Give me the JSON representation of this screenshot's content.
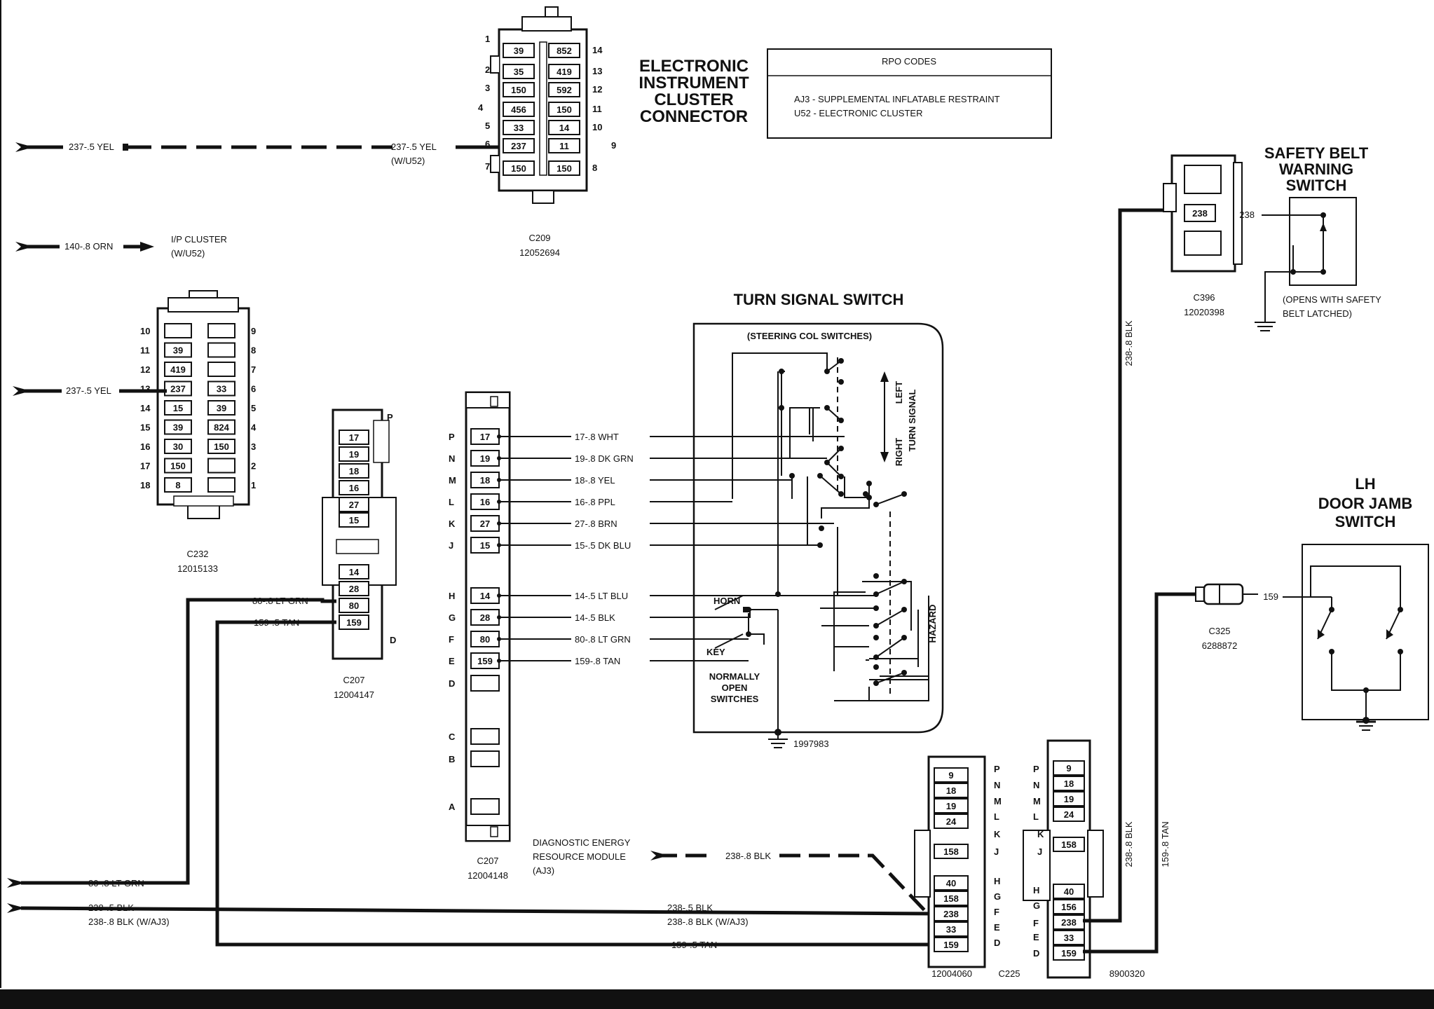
{
  "titles": {
    "eic": [
      "ELECTRONIC",
      "INSTRUMENT",
      "CLUSTER",
      "CONNECTOR"
    ],
    "turn_signal": "TURN SIGNAL SWITCH",
    "steering_col": "(STEERING COL SWITCHES)",
    "safety_belt": [
      "SAFETY BELT",
      "WARNING",
      "SWITCH"
    ],
    "door_jamb": [
      "LH",
      "DOOR JAMB",
      "SWITCH"
    ]
  },
  "rpo": {
    "heading": "RPO CODES",
    "lines": [
      "AJ3 - SUPPLEMENTAL INFLATABLE RESTRAINT",
      "U52 - ELECTRONIC CLUSTER"
    ]
  },
  "c209": {
    "name": "C209",
    "part": "12052694",
    "left_cells": [
      "39",
      "35",
      "150",
      "456",
      "33",
      "237",
      "150"
    ],
    "right_cells": [
      "852",
      "419",
      "592",
      "150",
      "14",
      "11",
      "150"
    ],
    "left_pins": [
      "1",
      "2",
      "3",
      "4",
      "5",
      "6",
      "7"
    ],
    "right_pins": [
      "14",
      "13",
      "12",
      "11",
      "10",
      "9",
      "8"
    ]
  },
  "c232": {
    "name": "C232",
    "part": "12015133",
    "left_cells": [
      "",
      "39",
      "419",
      "237",
      "15",
      "39",
      "30",
      "150",
      "8"
    ],
    "right_cells": [
      "",
      "",
      "",
      "33",
      "39",
      "824",
      "150",
      "",
      ""
    ],
    "left_pins": [
      "10",
      "11",
      "12",
      "13",
      "14",
      "15",
      "16",
      "17",
      "18"
    ],
    "right_pins": [
      "9",
      "8",
      "7",
      "6",
      "5",
      "4",
      "3",
      "2",
      "1"
    ]
  },
  "c207a": {
    "name": "C207",
    "part": "12004147",
    "cells": [
      "17",
      "19",
      "18",
      "16",
      "27",
      "15",
      "",
      "14",
      "28",
      "80",
      "159"
    ],
    "top_letter": "P",
    "bottom_letter": "D"
  },
  "c207b": {
    "name": "C207",
    "part": "12004148",
    "cells": [
      "17",
      "19",
      "18",
      "16",
      "27",
      "15",
      "14",
      "28",
      "80",
      "159",
      "",
      "",
      "",
      ""
    ],
    "letters": [
      "P",
      "N",
      "M",
      "L",
      "K",
      "J",
      "H",
      "G",
      "F",
      "E",
      "D",
      "C",
      "B",
      "A"
    ]
  },
  "c225a": {
    "part": "12004060",
    "cells": [
      "9",
      "18",
      "19",
      "24",
      "158",
      "40",
      "158",
      "238",
      "33",
      "159"
    ],
    "letters": [
      "P",
      "N",
      "M",
      "L",
      "K",
      "J",
      "H",
      "G",
      "F",
      "E",
      "D"
    ]
  },
  "c225b": {
    "name": "C225",
    "part": "8900320",
    "cells": [
      "9",
      "18",
      "19",
      "24",
      "158",
      "40",
      "156",
      "238",
      "33",
      "159"
    ],
    "letters": [
      "P",
      "N",
      "M",
      "L",
      "K",
      "J",
      "H",
      "G",
      "F",
      "E",
      "D"
    ]
  },
  "c396": {
    "name": "C396",
    "part": "12020398",
    "cell": "238"
  },
  "c325": {
    "name": "C325",
    "part": "6288872"
  },
  "ground_part": "1997983",
  "wires": {
    "yel_top_left": "237-.5 YEL",
    "yel_top_right": "237-.5 YEL",
    "w_u52": "(W/U52)",
    "orn": "140-.8 ORN",
    "ip_cluster": "I/P CLUSTER",
    "ip_cluster_sub": "(W/U52)",
    "yel_mid": "237-.5 YEL",
    "lt_grn_c207": "80-.8 LT GRN",
    "tan_c207": "159-.5 TAN",
    "w17": "17-.8 WHT",
    "w19": "19-.8 DK GRN",
    "w18": "18-.8 YEL",
    "w16": "16-.8 PPL",
    "w27": "27-.8 BRN",
    "w15": "15-.5 DK BLU",
    "w14": "14-.5 LT BLU",
    "w28": "14-.5 BLK",
    "w80": "80-.8 LT GRN",
    "w159": "159-.8 TAN",
    "lt_grn_bottom": "80-.8 LT GRN",
    "blk_bottom_1": "238-.5 BLK",
    "blk_bottom_2": "238-.8 BLK (W/AJ3)",
    "blk_mid_1": "238-.5 BLK",
    "blk_mid_2": "238-.8 BLK (W/AJ3)",
    "tan_bottom": "159-.5 TAN",
    "derm": [
      "DIAGNOSTIC ENERGY",
      "RESOURCE MODULE",
      "(AJ3)"
    ],
    "derm_wire": "238-.8 BLK",
    "blk_vert_top": "238-.8 BLK",
    "blk_vert_bot": "238-.8 BLK",
    "tan_vert": "159-.8 TAN",
    "belt_238": "238",
    "jamb_159": "159"
  },
  "switch_labels": {
    "left": "LEFT",
    "right": "RIGHT",
    "turn_signal": "TURN SIGNAL",
    "hazard": "HAZARD",
    "horn": "HORN",
    "key": "KEY",
    "normally_open": [
      "NORMALLY",
      "OPEN",
      "SWITCHES"
    ],
    "belt_note": [
      "(OPENS WITH SAFETY",
      "BELT LATCHED)"
    ]
  }
}
